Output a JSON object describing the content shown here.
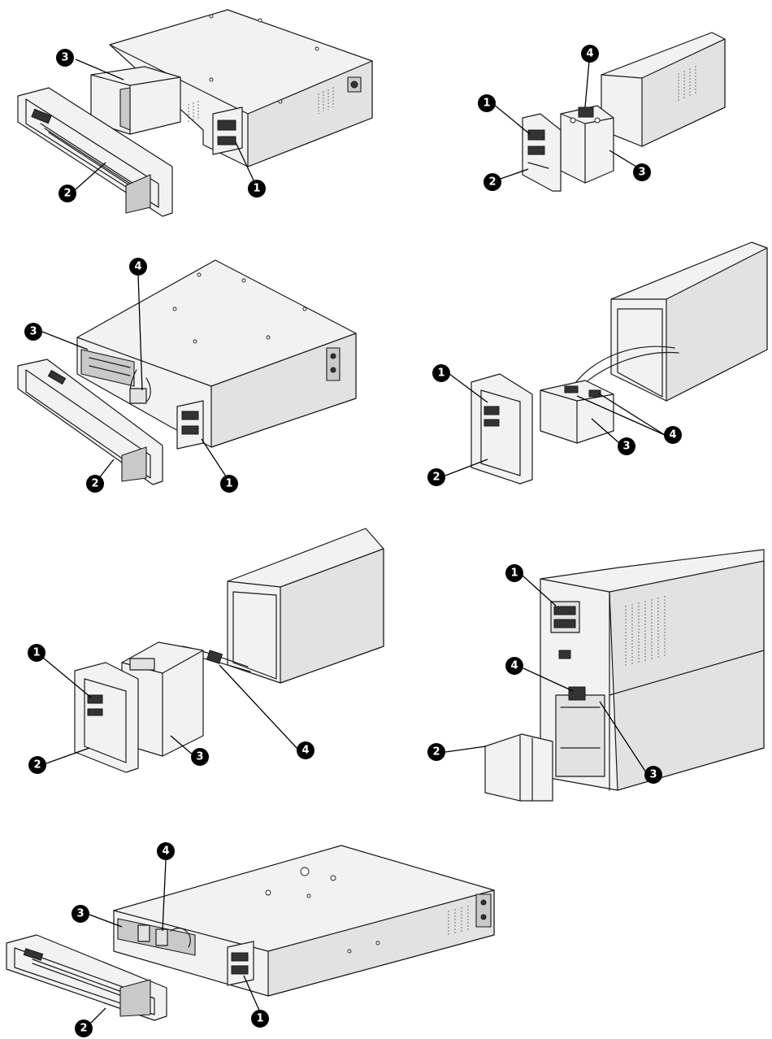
{
  "callouts": {
    "c1": "1",
    "c2": "2",
    "c3": "3",
    "c4": "4"
  },
  "colors": {
    "line": "#1a1a1a",
    "panel_fill": "#f2f2f2",
    "callout_fill": "#000000",
    "callout_text": "#ffffff"
  }
}
